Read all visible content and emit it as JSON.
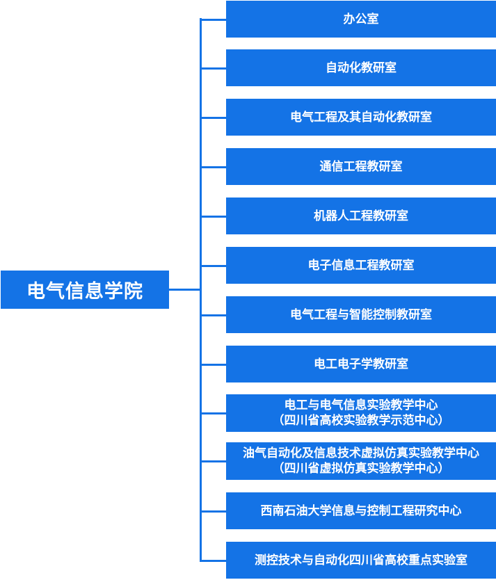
{
  "root": {
    "label": "电气信息学院"
  },
  "units": [
    {
      "lines": [
        "办公室"
      ]
    },
    {
      "lines": [
        "自动化教研室"
      ]
    },
    {
      "lines": [
        "电气工程及其自动化教研室"
      ]
    },
    {
      "lines": [
        "通信工程教研室"
      ]
    },
    {
      "lines": [
        "机器人工程教研室"
      ]
    },
    {
      "lines": [
        "电子信息工程教研室"
      ]
    },
    {
      "lines": [
        "电气工程与智能控制教研室"
      ]
    },
    {
      "lines": [
        "电工电子学教研室"
      ]
    },
    {
      "lines": [
        "电工与电气信息实验教学中心",
        "（四川省高校实验教学示范中心）"
      ]
    },
    {
      "lines": [
        "油气自动化及信息技术虚拟仿真实验教学中心",
        "（四川省虚拟仿真实验教学中心）"
      ]
    },
    {
      "lines": [
        "西南石油大学信息与控制工程研究中心"
      ]
    },
    {
      "lines": [
        "测控技术与自动化四川省高校重点实验室"
      ]
    }
  ],
  "colors": {
    "box": "#1473e6",
    "text": "#ffffff",
    "connector": "#1473e6"
  }
}
